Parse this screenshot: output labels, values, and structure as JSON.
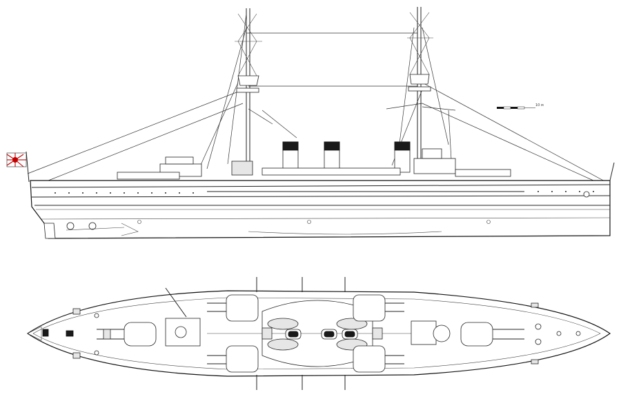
{
  "drawing": {
    "views": [
      "side-profile",
      "plan-view"
    ],
    "scale_bar": {
      "label": "10 м",
      "segments": 4
    },
    "flag": {
      "emblem": "rising-sun-ensign",
      "color": "#c00000"
    },
    "main_turrets": 6,
    "funnels": 3,
    "masts": 2
  }
}
